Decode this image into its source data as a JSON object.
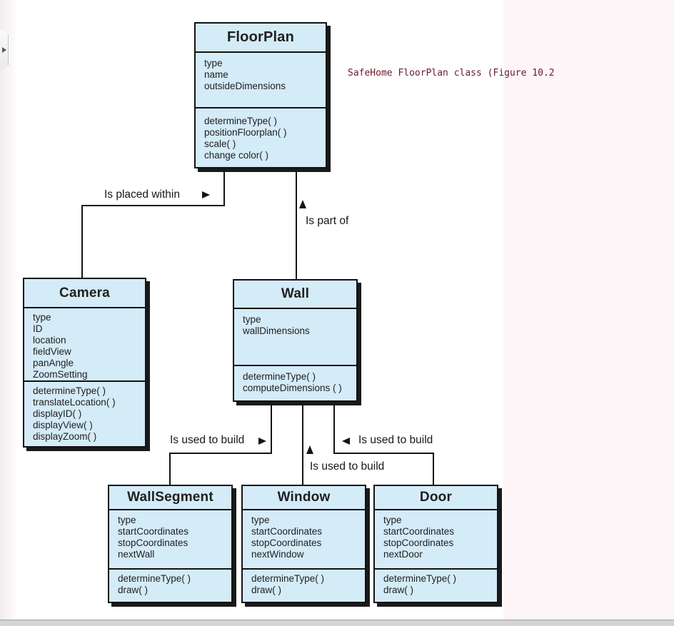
{
  "page": {
    "caption": "SafeHome FloorPlan class (Figure 10.2",
    "colors": {
      "class_fill": "#d4ebf8",
      "class_border": "#121212",
      "connector": "#141414",
      "caption_text": "#6a1b2a",
      "scrollbar": "#d4d4d4",
      "page_margin_tint": "#fdf5f7"
    },
    "icons": {
      "panel_tab": "chevron-right-icon"
    }
  },
  "classes": {
    "floorplan": {
      "name": "FloorPlan",
      "attributes": [
        "type",
        "name",
        "outsideDimensions"
      ],
      "operations": [
        "determineType( )",
        "positionFloorplan( )",
        "scale( )",
        "change color( )"
      ]
    },
    "camera": {
      "name": "Camera",
      "attributes": [
        "type",
        "ID",
        "location",
        "fieldView",
        "panAngle",
        "ZoomSetting"
      ],
      "operations": [
        "determineType( )",
        "translateLocation( )",
        "displayID( )",
        "displayView( )",
        "displayZoom( )"
      ]
    },
    "wall": {
      "name": "Wall",
      "attributes": [
        "type",
        "wallDimensions"
      ],
      "operations": [
        "determineType( )",
        "computeDimensions ( )"
      ]
    },
    "wallsegment": {
      "name": "WallSegment",
      "attributes": [
        "type",
        "startCoordinates",
        "stopCoordinates",
        "nextWall"
      ],
      "operations": [
        "determineType( )",
        "draw( )"
      ]
    },
    "window": {
      "name": "Window",
      "attributes": [
        "type",
        "startCoordinates",
        "stopCoordinates",
        "nextWindow"
      ],
      "operations": [
        "determineType( )",
        "draw( )"
      ]
    },
    "door": {
      "name": "Door",
      "attributes": [
        "type",
        "startCoordinates",
        "stopCoordinates",
        "nextDoor"
      ],
      "operations": [
        "determineType( )",
        "draw( )"
      ]
    }
  },
  "relationships": {
    "placed_within": {
      "label": "Is placed within",
      "arrow": "right",
      "from": "FloorPlan",
      "to": "Camera"
    },
    "part_of": {
      "label": "Is part of",
      "arrow": "up",
      "from": "Wall",
      "to": "FloorPlan"
    },
    "build_wallsegment": {
      "label": "Is used to build",
      "arrow": "right",
      "from": "Wall",
      "to": "WallSegment"
    },
    "build_window": {
      "label": "Is used to build",
      "arrow": "up",
      "from": "Wall",
      "to": "Window"
    },
    "build_door": {
      "label": "Is used to build",
      "arrow": "left",
      "from": "Wall",
      "to": "Door"
    }
  }
}
